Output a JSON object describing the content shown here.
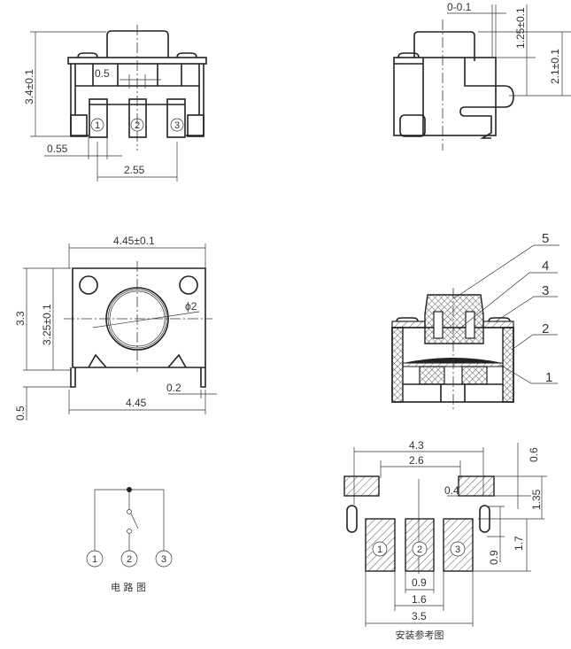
{
  "front_view": {
    "height_dim": "3.4±0.1",
    "pitch_dim": "0.5",
    "pin_width_dim": "0.55",
    "pin_span_dim": "2.55",
    "pins": [
      "1",
      "2",
      "3"
    ]
  },
  "side_view": {
    "offset_dim": "0-0.1",
    "actuator_height_dim": "1.25±0.1",
    "total_height_dim": "2.1±0.1"
  },
  "top_view": {
    "width_tol_dim": "4.45±0.1",
    "depth_dim": "3.3",
    "depth_tol_dim": "3.25±0.1",
    "diameter_dim": "ϕ2",
    "leg_dim": "0.5",
    "leg_width_dim": "0.2",
    "width_dim": "4.45"
  },
  "section_view": {
    "parts": [
      "5",
      "4",
      "3",
      "2",
      "1"
    ]
  },
  "circuit": {
    "pins": [
      "1",
      "2",
      "3"
    ],
    "caption": "电 路 图"
  },
  "footprint": {
    "dims": {
      "outer": "4.3",
      "inner": "2.6",
      "top_pad_h": "0.6",
      "top_offset": "1.35",
      "gap": "0.4",
      "slot_h": "0.9",
      "pad_h": "1.7",
      "pad_w": "0.9",
      "pad_gap": "1.6",
      "pad_span": "3.5"
    },
    "pins": [
      "1",
      "2",
      "3"
    ],
    "caption": "安装参考图"
  }
}
